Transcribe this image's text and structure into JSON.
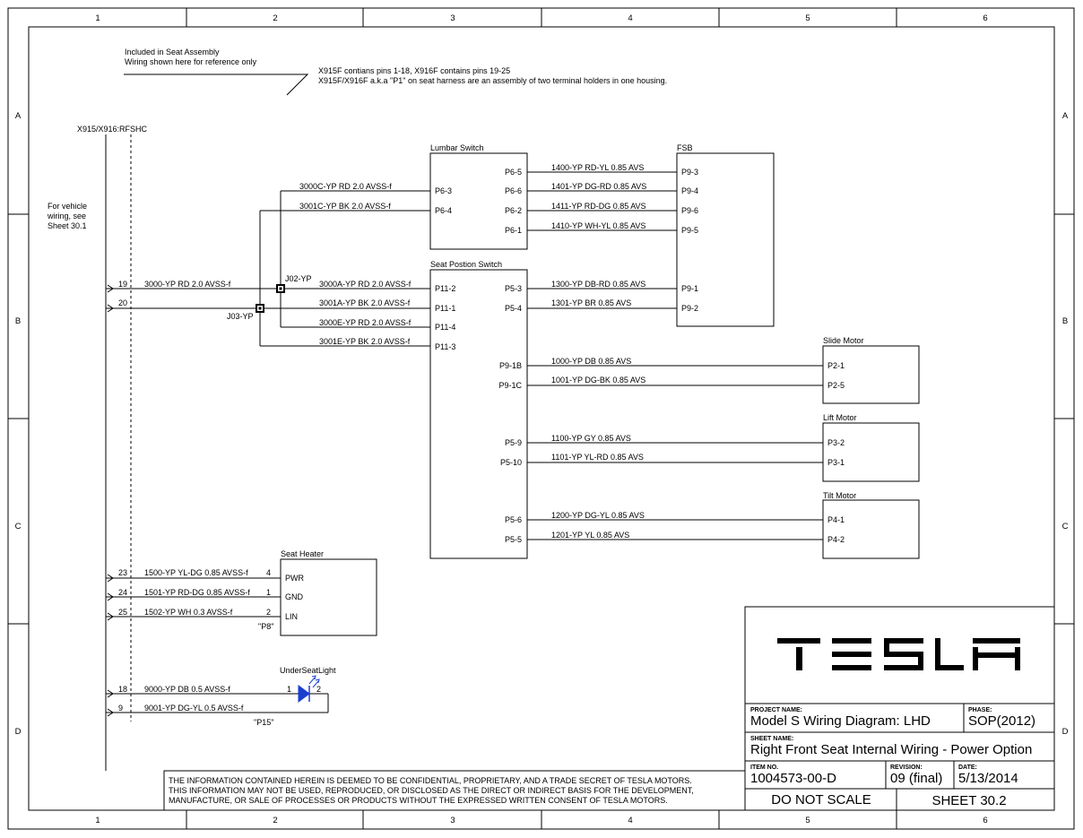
{
  "frame": {
    "columns": [
      "1",
      "2",
      "3",
      "4",
      "5",
      "6"
    ],
    "rows": [
      "A",
      "B",
      "C",
      "D"
    ]
  },
  "notes": {
    "included_line1": "Included in Seat Assembly",
    "included_line2": "Wiring shown here for reference only",
    "pins_line1": "X915F contians pins 1-18, X916F contains pins 19-25",
    "pins_line2": "X915F/X916F a.k.a \"P1\" on seat harness are an assembly of two terminal holders in one housing.",
    "connector": "X915/X916:RFSHC",
    "vehicle_line1": "For vehicle",
    "vehicle_line2": "wiring, see",
    "vehicle_line3": "Sheet 30.1"
  },
  "lumbar": {
    "title": "Lumbar Switch",
    "left_pins": [
      "P6-3",
      "P6-4"
    ],
    "right_pins": [
      "P6-5",
      "P6-6",
      "P6-2",
      "P6-1"
    ]
  },
  "fsb": {
    "title": "FSB",
    "pins": [
      "P9-3",
      "P9-4",
      "P9-6",
      "P9-5",
      "P9-1",
      "P9-2"
    ]
  },
  "seat_switch": {
    "title": "Seat Postion Switch",
    "left_pins": [
      "P11-2",
      "P11-1",
      "P11-4",
      "P11-3"
    ],
    "right_pins": [
      "P5-3",
      "P5-4",
      "P9-1B",
      "P9-1C",
      "P5-9",
      "P5-10",
      "P5-6",
      "P5-5"
    ]
  },
  "slide_motor": {
    "title": "Slide Motor",
    "pins": [
      "P2-1",
      "P2-5"
    ]
  },
  "lift_motor": {
    "title": "Lift Motor",
    "pins": [
      "P3-2",
      "P3-1"
    ]
  },
  "tilt_motor": {
    "title": "Tilt Motor",
    "pins": [
      "P4-1",
      "P4-2"
    ]
  },
  "seat_heater": {
    "title": "Seat Heater",
    "pins": [
      "PWR",
      "GND",
      "LIN"
    ],
    "pin_numbers": [
      "4",
      "1",
      "2"
    ],
    "connector": "\"P8\""
  },
  "light": {
    "title": "UnderSeatLight",
    "pin1": "1",
    "pin2": "2",
    "connector": "\"P15\""
  },
  "splices": {
    "j02": "J02-YP",
    "j03": "J03-YP"
  },
  "pins_p1": [
    "19",
    "20",
    "23",
    "24",
    "25",
    "18",
    "9"
  ],
  "wires": {
    "w3000": "3000-YP RD 2.0 AVSS-f",
    "w3000c": "3000C-YP RD 2.0 AVSS-f",
    "w3001c": "3001C-YP BK 2.0 AVSS-f",
    "w3000a": "3000A-YP RD 2.0 AVSS-f",
    "w3001a": "3001A-YP BK 2.0 AVSS-f",
    "w3000e": "3000E-YP RD 2.0 AVSS-f",
    "w3001e": "3001E-YP BK 2.0 AVSS-f",
    "w1400": "1400-YP RD-YL 0.85 AVS",
    "w1401": "1401-YP DG-RD 0.85 AVS",
    "w1411": "1411-YP RD-DG 0.85 AVS",
    "w1410": "1410-YP WH-YL 0.85 AVS",
    "w1300": "1300-YP DB-RD 0.85 AVS",
    "w1301": "1301-YP BR 0.85 AVS",
    "w1000": "1000-YP DB 0.85 AVS",
    "w1001": "1001-YP DG-BK 0.85 AVS",
    "w1100": "1100-YP GY 0.85 AVS",
    "w1101": "1101-YP YL-RD 0.85 AVS",
    "w1200": "1200-YP DG-YL 0.85 AVS",
    "w1201": "1201-YP YL 0.85 AVS",
    "w1500": "1500-YP YL-DG 0.85 AVSS-f",
    "w1501": "1501-YP RD-DG 0.85 AVSS-f",
    "w1502": "1502-YP WH 0.3 AVSS-f",
    "w9000": "9000-YP DB 0.5 AVSS-f",
    "w9001": "9001-YP DG-YL 0.5 AVSS-f"
  },
  "disclaimer": {
    "line1": "THE INFORMATION CONTAINED HEREIN IS DEEMED TO BE CONFIDENTIAL, PROPRIETARY, AND A TRADE SECRET OF TESLA MOTORS.",
    "line2": "THIS INFORMATION MAY NOT BE USED, REPRODUCED, OR DISCLOSED AS THE DIRECT OR INDIRECT BASIS FOR THE DEVELOPMENT,",
    "line3": "MANUFACTURE, OR SALE OF PROCESSES OR PRODUCTS WITHOUT THE EXPRESSED WRITTEN CONSENT OF TESLA MOTORS."
  },
  "title_block": {
    "logo": "TESLA",
    "project_label": "PROJECT NAME:",
    "project": "Model S Wiring Diagram: LHD",
    "phase_label": "PHASE:",
    "phase": "SOP(2012)",
    "sheet_name_label": "SHEET NAME:",
    "sheet_name": "Right Front Seat Internal Wiring - Power Option",
    "item_label": "ITEM NO.",
    "item": "1004573-00-D",
    "revision_label": "REVISION:",
    "revision": "09 (final)",
    "date_label": "DATE:",
    "date": "5/13/2014",
    "scale": "DO NOT SCALE",
    "sheet": "SHEET 30.2"
  }
}
